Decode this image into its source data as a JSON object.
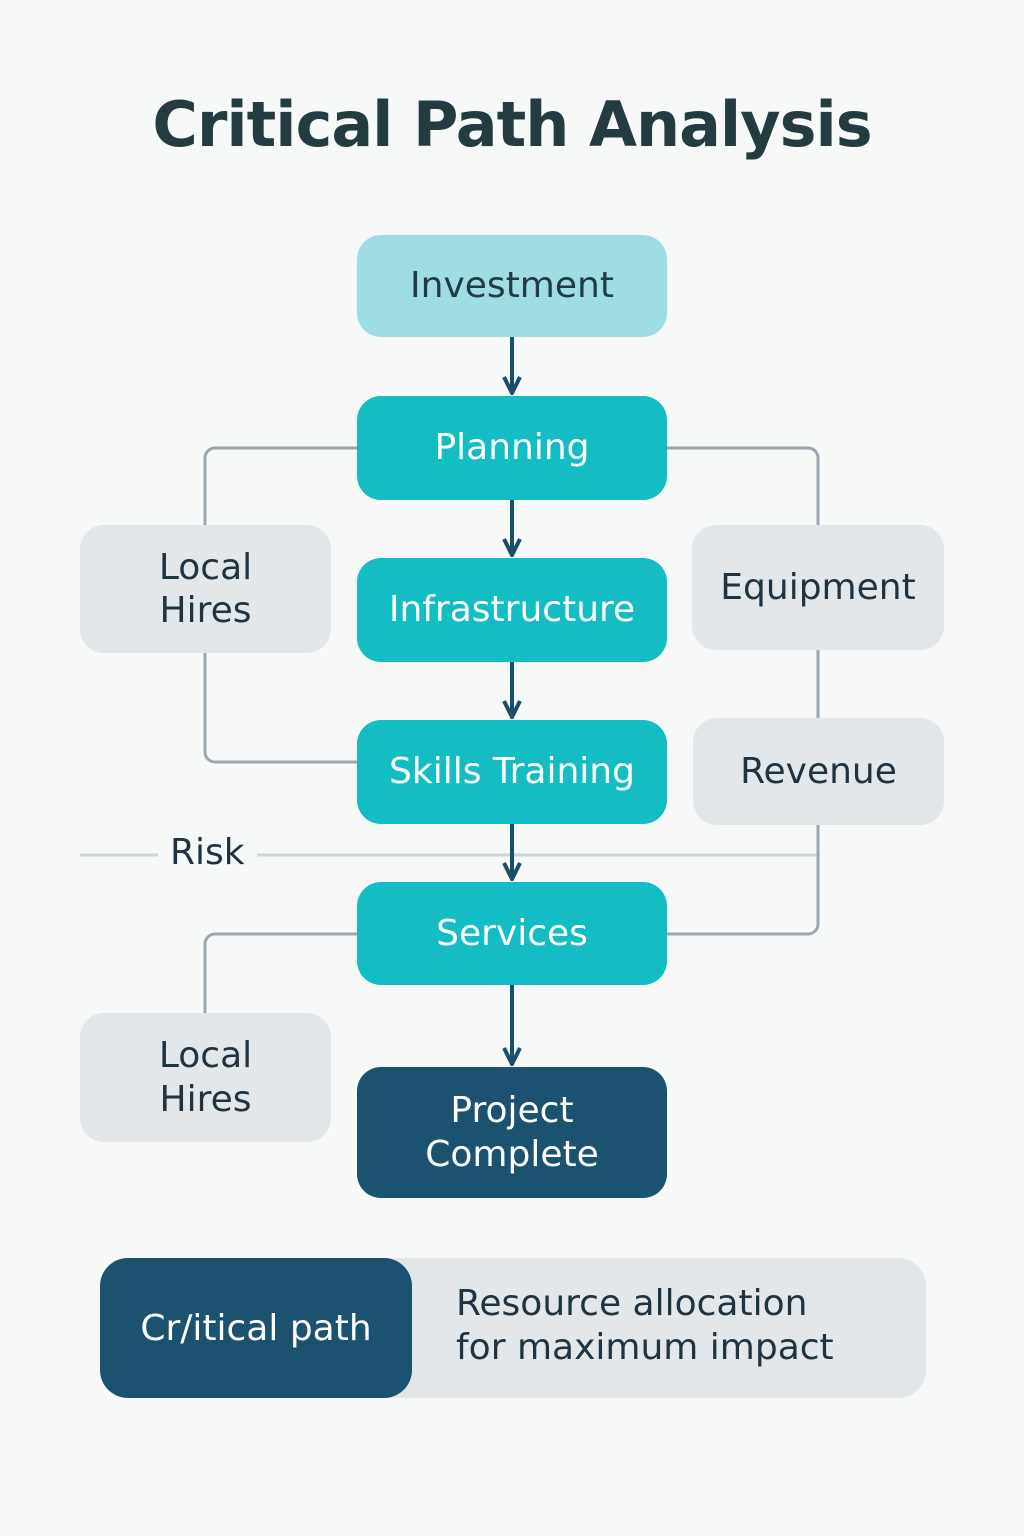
{
  "title": "Critical Path Analysis",
  "flow": {
    "investment": "Investment",
    "planning": "Planning",
    "infrastructure": "Infrastructure",
    "skills_training": "Skills Training",
    "services": "Services",
    "project_complete": "Project\nComplete"
  },
  "side": {
    "local_hires_top": "Local\nHires",
    "equipment": "Equipment",
    "revenue": "Revenue",
    "local_hires_bottom": "Local\nHires"
  },
  "risk_label": "Risk",
  "legend": {
    "key_label": "Cr/itical path",
    "description": "Resource allocation\nfor maximum impact"
  },
  "colors": {
    "start_node": "#9edde2",
    "step_node": "#14bcc3",
    "final_node": "#1a526f",
    "side_node": "#e3e7ea",
    "arrow": "#1a4f6b",
    "connector": "#9aa7b0",
    "risk_line": "#cfd6da"
  }
}
